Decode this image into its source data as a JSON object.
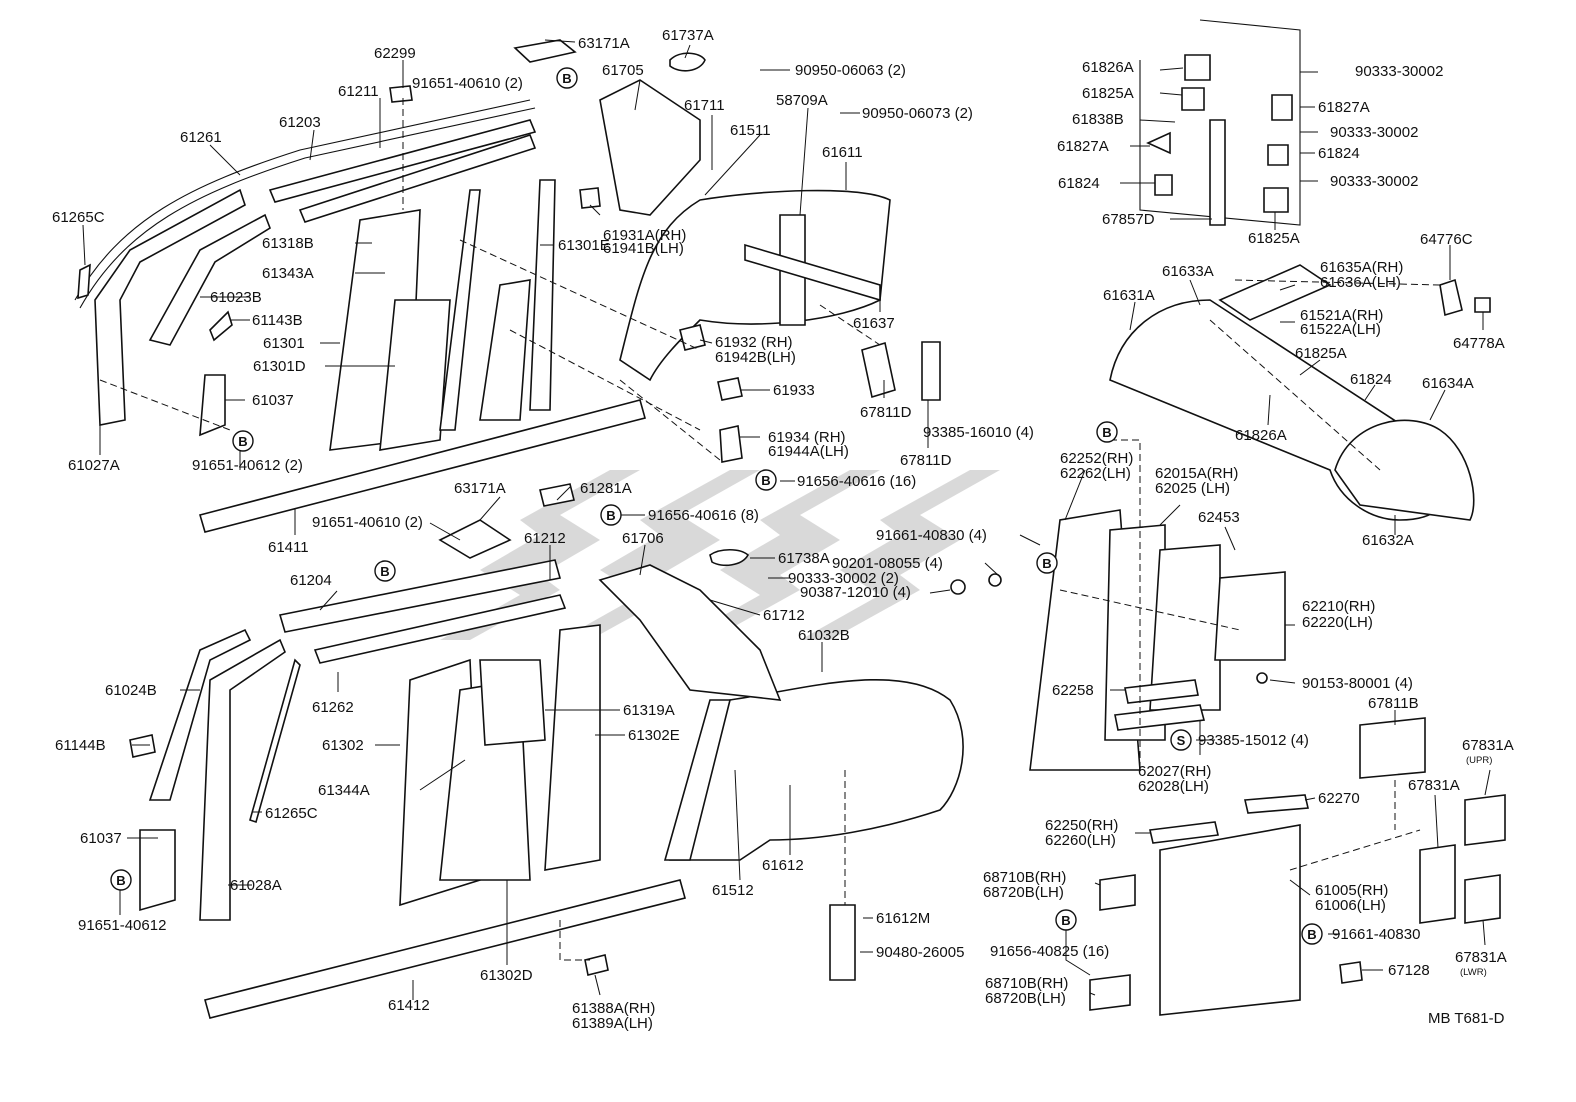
{
  "diagram_code": "MB T681-D",
  "badges": {
    "b": "B",
    "s": "S"
  },
  "labels": [
    {
      "id": "61737A",
      "text": "61737A"
    },
    {
      "id": "63171A_top",
      "text": "63171A"
    },
    {
      "id": "62299",
      "text": "62299"
    },
    {
      "id": "91651-40610_top",
      "text": "91651-40610 (2)"
    },
    {
      "id": "61705",
      "text": "61705"
    },
    {
      "id": "90950-06063",
      "text": "90950-06063 (2)"
    },
    {
      "id": "61211",
      "text": "61211"
    },
    {
      "id": "61711",
      "text": "61711"
    },
    {
      "id": "58709A",
      "text": "58709A"
    },
    {
      "id": "90950-06073",
      "text": "90950-06073 (2)"
    },
    {
      "id": "61203",
      "text": "61203"
    },
    {
      "id": "61261",
      "text": "61261"
    },
    {
      "id": "61511",
      "text": "61511"
    },
    {
      "id": "61611",
      "text": "61611"
    },
    {
      "id": "61265C_top",
      "text": "61265C"
    },
    {
      "id": "61931A",
      "text": "61931A(RH)"
    },
    {
      "id": "61941B",
      "text": "61941B(LH)"
    },
    {
      "id": "61318B",
      "text": "61318B"
    },
    {
      "id": "61301E",
      "text": "61301E"
    },
    {
      "id": "61343A",
      "text": "61343A"
    },
    {
      "id": "61023B",
      "text": "61023B"
    },
    {
      "id": "61143B",
      "text": "61143B"
    },
    {
      "id": "61637",
      "text": "61637"
    },
    {
      "id": "61301",
      "text": "61301"
    },
    {
      "id": "61932",
      "text": "61932 (RH)"
    },
    {
      "id": "61942B",
      "text": "61942B(LH)"
    },
    {
      "id": "61301D",
      "text": "61301D"
    },
    {
      "id": "61933",
      "text": "61933"
    },
    {
      "id": "61037_top",
      "text": "61037"
    },
    {
      "id": "67811D_a",
      "text": "67811D"
    },
    {
      "id": "61934",
      "text": "61934 (RH)"
    },
    {
      "id": "61944A",
      "text": "61944A(LH)"
    },
    {
      "id": "61027A",
      "text": "61027A"
    },
    {
      "id": "91651-40612_top",
      "text": "91651-40612 (2)"
    },
    {
      "id": "67811D_b",
      "text": "67811D"
    },
    {
      "id": "91656-40616_16",
      "text": "91656-40616 (16)"
    },
    {
      "id": "63171A_mid",
      "text": "63171A"
    },
    {
      "id": "61281A",
      "text": "61281A"
    },
    {
      "id": "91656-40616_8",
      "text": "91656-40616 (8)"
    },
    {
      "id": "91651-40610_mid",
      "text": "91651-40610 (2)"
    },
    {
      "id": "61411",
      "text": "61411"
    },
    {
      "id": "61212",
      "text": "61212"
    },
    {
      "id": "61706",
      "text": "61706"
    },
    {
      "id": "61738A",
      "text": "61738A"
    },
    {
      "id": "90333-30002_mid",
      "text": "90333-30002 (2)"
    },
    {
      "id": "61204",
      "text": "61204"
    },
    {
      "id": "61712",
      "text": "61712"
    },
    {
      "id": "61032B",
      "text": "61032B"
    },
    {
      "id": "61024B",
      "text": "61024B"
    },
    {
      "id": "61262",
      "text": "61262"
    },
    {
      "id": "61319A",
      "text": "61319A"
    },
    {
      "id": "61302",
      "text": "61302"
    },
    {
      "id": "61302E",
      "text": "61302E"
    },
    {
      "id": "61144B",
      "text": "61144B"
    },
    {
      "id": "61344A",
      "text": "61344A"
    },
    {
      "id": "61265C_bot",
      "text": "61265C"
    },
    {
      "id": "61037_bot",
      "text": "61037"
    },
    {
      "id": "61612",
      "text": "61612"
    },
    {
      "id": "61512",
      "text": "61512"
    },
    {
      "id": "61028A",
      "text": "61028A"
    },
    {
      "id": "61612M",
      "text": "61612M"
    },
    {
      "id": "91651-40612_bot",
      "text": "91651-40612"
    },
    {
      "id": "90480-26005",
      "text": "90480-26005"
    },
    {
      "id": "61412",
      "text": "61412"
    },
    {
      "id": "61302D",
      "text": "61302D"
    },
    {
      "id": "61388A",
      "text": "61388A(RH)"
    },
    {
      "id": "61389A",
      "text": "61389A(LH)"
    },
    {
      "id": "61826A_tr",
      "text": "61826A"
    },
    {
      "id": "90333-30002_a",
      "text": "90333-30002"
    },
    {
      "id": "61825A_tr",
      "text": "61825A"
    },
    {
      "id": "61827A_r",
      "text": "61827A"
    },
    {
      "id": "61838B",
      "text": "61838B"
    },
    {
      "id": "90333-30002_b",
      "text": "90333-30002"
    },
    {
      "id": "61827A_l",
      "text": "61827A"
    },
    {
      "id": "61824_r",
      "text": "61824"
    },
    {
      "id": "61824_l",
      "text": "61824"
    },
    {
      "id": "90333-30002_c",
      "text": "90333-30002"
    },
    {
      "id": "67857D",
      "text": "67857D"
    },
    {
      "id": "61825A_b",
      "text": "61825A"
    },
    {
      "id": "64776C",
      "text": "64776C"
    },
    {
      "id": "61633A",
      "text": "61633A"
    },
    {
      "id": "61635A",
      "text": "61635A(RH)"
    },
    {
      "id": "61636A",
      "text": "61636A(LH)"
    },
    {
      "id": "61631A",
      "text": "61631A"
    },
    {
      "id": "61521A",
      "text": "61521A(RH)"
    },
    {
      "id": "61522A",
      "text": "61522A(LH)"
    },
    {
      "id": "64778A",
      "text": "64778A"
    },
    {
      "id": "61825A_mid",
      "text": "61825A"
    },
    {
      "id": "61824_mid",
      "text": "61824"
    },
    {
      "id": "61634A",
      "text": "61634A"
    },
    {
      "id": "61826A_mid",
      "text": "61826A"
    },
    {
      "id": "93385-16010",
      "text": "93385-16010 (4)"
    },
    {
      "id": "62252",
      "text": "62252(RH)"
    },
    {
      "id": "62262",
      "text": "62262(LH)"
    },
    {
      "id": "62015A",
      "text": "62015A(RH)"
    },
    {
      "id": "62025",
      "text": "62025 (LH)"
    },
    {
      "id": "61632A",
      "text": "61632A"
    },
    {
      "id": "62453",
      "text": "62453"
    },
    {
      "id": "91661-40830_4",
      "text": "91661-40830 (4)"
    },
    {
      "id": "90201-08055",
      "text": "90201-08055 (4)"
    },
    {
      "id": "90387-12010",
      "text": "90387-12010 (4)"
    },
    {
      "id": "62210",
      "text": "62210(RH)"
    },
    {
      "id": "62220",
      "text": "62220(LH)"
    },
    {
      "id": "90153-80001",
      "text": "90153-80001 (4)"
    },
    {
      "id": "62258",
      "text": "62258"
    },
    {
      "id": "67811B",
      "text": "67811B"
    },
    {
      "id": "93385-15012",
      "text": "93385-15012 (4)"
    },
    {
      "id": "67831A_upr",
      "text": "67831A"
    },
    {
      "id": "upr",
      "text": "(UPR)"
    },
    {
      "id": "62027",
      "text": "62027(RH)"
    },
    {
      "id": "62028",
      "text": "62028(LH)"
    },
    {
      "id": "67831A_mid",
      "text": "67831A"
    },
    {
      "id": "62270",
      "text": "62270"
    },
    {
      "id": "62250",
      "text": "62250(RH)"
    },
    {
      "id": "62260",
      "text": "62260(LH)"
    },
    {
      "id": "68710B_a",
      "text": "68710B(RH)"
    },
    {
      "id": "68720B_a",
      "text": "68720B(LH)"
    },
    {
      "id": "61005",
      "text": "61005(RH)"
    },
    {
      "id": "61006",
      "text": "61006(LH)"
    },
    {
      "id": "91656-40825",
      "text": "91656-40825 (16)"
    },
    {
      "id": "91661-40830",
      "text": "91661-40830"
    },
    {
      "id": "67128",
      "text": "67128"
    },
    {
      "id": "67831A_lwr",
      "text": "67831A"
    },
    {
      "id": "lwr",
      "text": "(LWR)"
    },
    {
      "id": "68710B_b",
      "text": "68710B(RH)"
    },
    {
      "id": "68720B_b",
      "text": "68720B(LH)"
    }
  ],
  "colors": {
    "ink": "#111111",
    "paper": "#ffffff",
    "watermark": "#b9b9b9"
  }
}
